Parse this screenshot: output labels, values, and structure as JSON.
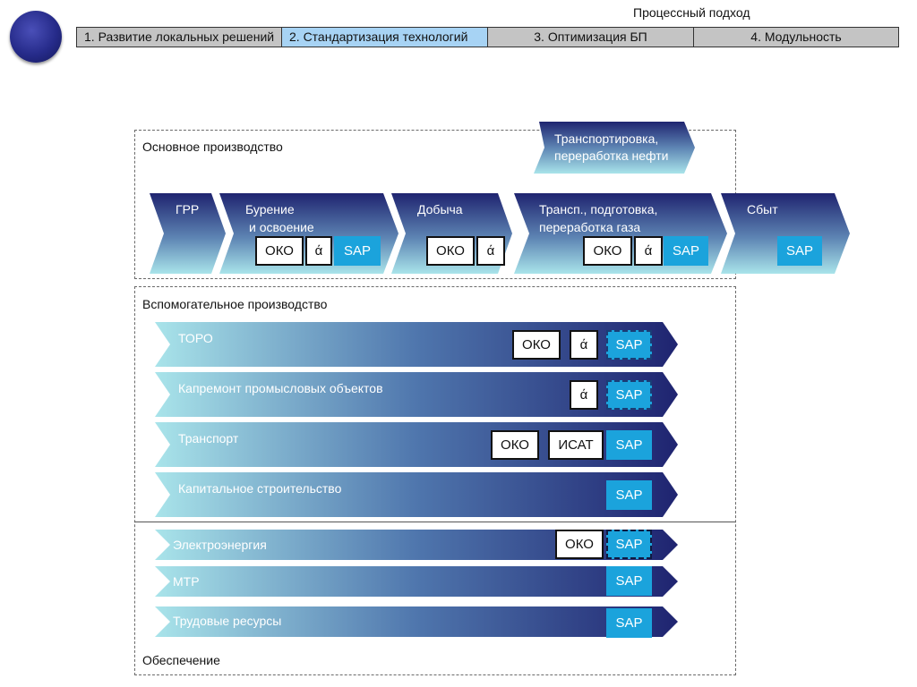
{
  "header": {
    "process_approach": "Процессный подход",
    "stages": [
      "1. Развитие локальных решений",
      "2. Стандартизация технологий",
      "3. Оптимизация БП",
      "4. Модульность"
    ],
    "active_stage": 2
  },
  "main_production": {
    "title": "Основное производство",
    "top_arrow": {
      "line1": "Транспортировка,",
      "line2": "переработка нефти"
    },
    "chain": [
      {
        "line1": "ГРР",
        "line2": ""
      },
      {
        "line1": "Бурение",
        "line2": "и освоение"
      },
      {
        "line1": "Добыча",
        "line2": ""
      },
      {
        "line1": "Трансп., подготовка,",
        "line2": "переработка газа"
      },
      {
        "line1": "Сбыт",
        "line2": ""
      }
    ],
    "tags": {
      "drilling": [
        "ОКО",
        "ά",
        "SAP"
      ],
      "extraction": [
        "ОКО",
        "ά"
      ],
      "gas": [
        "ОКО",
        "ά",
        "SAP"
      ],
      "sales": [
        "SAP"
      ]
    }
  },
  "aux_production": {
    "title": "Вспомогательное производство",
    "rows": [
      {
        "label": "ТОРО",
        "tags": [
          "ОКО",
          "ά",
          "SAP"
        ]
      },
      {
        "label": "Капремонт промысловых объектов",
        "tags": [
          "ά",
          "SAP"
        ]
      },
      {
        "label": "Транспорт",
        "tags": [
          "ОКО",
          "ИСАТ",
          "SAP"
        ]
      },
      {
        "label": "Капитальное строительство",
        "tags": [
          "SAP"
        ]
      }
    ]
  },
  "support": {
    "title": "Обеспечение",
    "rows": [
      {
        "label": "Электроэнергия",
        "tags": [
          "ОКО",
          "SAP"
        ]
      },
      {
        "label": "МТР",
        "tags": [
          "SAP"
        ]
      },
      {
        "label": "Трудовые ресурсы",
        "tags": [
          "SAP"
        ]
      }
    ]
  },
  "colors": {
    "arrow_top": "#1f2470",
    "arrow_bottom": "#a9e4ea",
    "sap_fill": "#1ba3dc",
    "active_stage": "#a7d3f4",
    "inactive_stage": "#c4c4c4"
  }
}
